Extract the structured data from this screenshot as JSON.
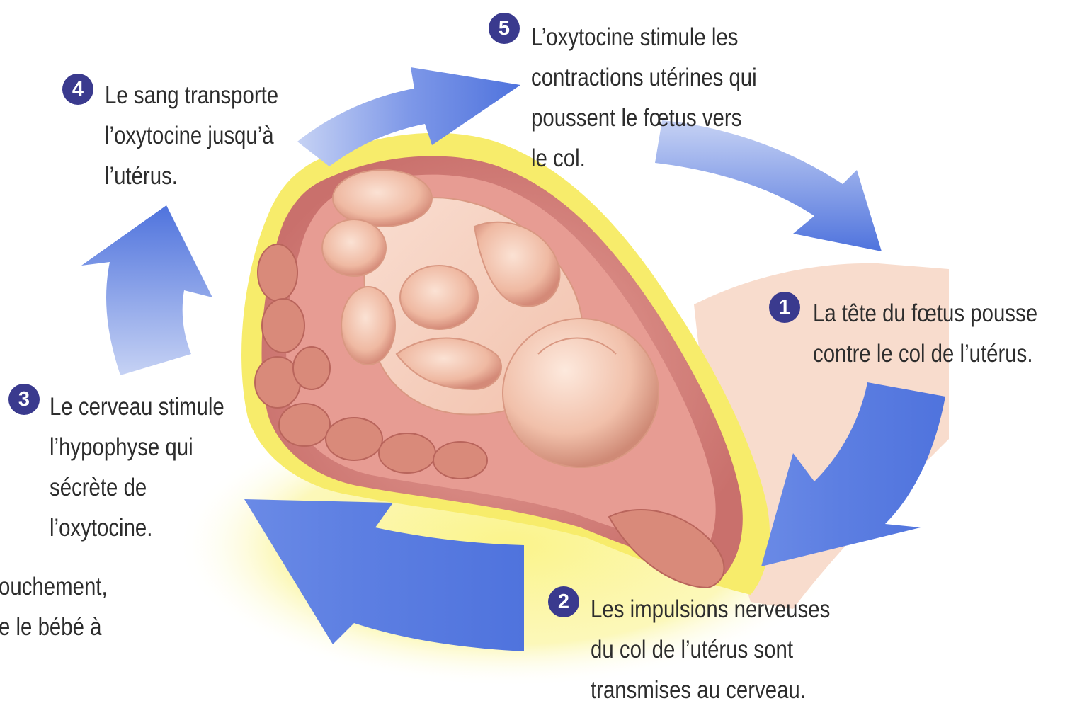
{
  "colors": {
    "arrow_blue": "#4f73dd",
    "arrow_light": "#c6d2f4",
    "badge": "#3a3a8e",
    "uterus_pink": "#d9817f",
    "fetus_skin": "#f2bfa9",
    "membrane_yellow": "#f7ec6b",
    "text": "#2d2d2d"
  },
  "icons": [
    "curved-arrow-icon"
  ],
  "steps": [
    {
      "number": "4",
      "lines": [
        "Le sang transporte",
        "l’oxytocine jusqu’à",
        "l’utérus."
      ]
    },
    {
      "number": "5",
      "lines": [
        "L’oxytocine stimule les",
        "contractions utérines qui",
        "poussent le fœtus vers",
        "le col."
      ]
    },
    {
      "number": "1",
      "lines": [
        "La tête du fœtus pousse",
        "contre le col de l’utérus."
      ]
    },
    {
      "number": "3",
      "lines": [
        "Le cerveau stimule",
        "l’hypophyse qui",
        "sécrète de",
        "l’oxytocine."
      ]
    },
    {
      "number": "2",
      "lines": [
        "Les impulsions nerveuses",
        "du col de l’utérus sont",
        "transmises au cerveau."
      ]
    }
  ],
  "cutoff_text": [
    "ouchement,",
    "e le bébé à"
  ]
}
